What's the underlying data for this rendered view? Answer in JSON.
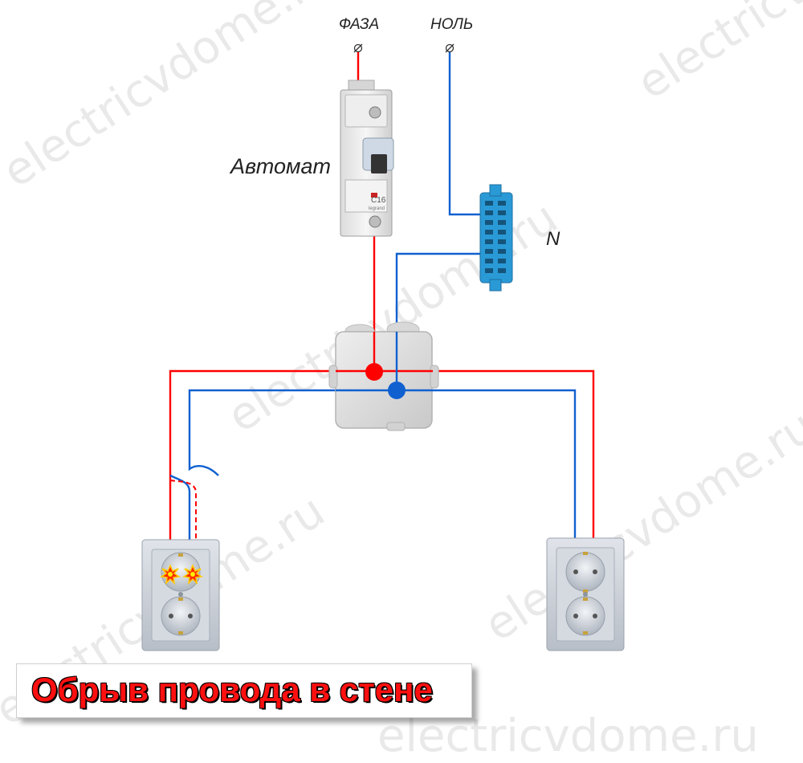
{
  "labels": {
    "phase": "ФАЗА",
    "neutral": "НОЛЬ",
    "breaker": "Автомат",
    "neutral_bus": "N"
  },
  "breaker_face": {
    "rating": "C16",
    "brand": "legrand"
  },
  "banner": {
    "text": "Обрыв провода в стене"
  },
  "watermark": {
    "text": "electricvdome.ru",
    "footer_text": "electricvdome.ru"
  },
  "colors": {
    "phase_wire": "#ff0000",
    "neutral_wire": "#1060d0",
    "neutral_bus": "#2a9ad6",
    "junction_box": "#dcdcdc",
    "banner_text": "#ff1010"
  },
  "status": {
    "left_socket": "fault",
    "right_socket": "ok"
  }
}
